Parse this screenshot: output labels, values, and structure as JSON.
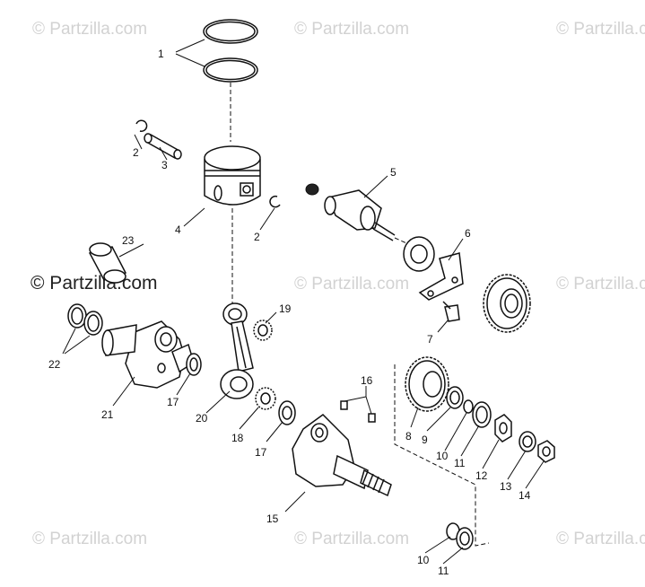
{
  "watermark": {
    "text": "© Partzilla.com"
  },
  "callouts": [
    {
      "id": "c1",
      "label": "1"
    },
    {
      "id": "c2a",
      "label": "2"
    },
    {
      "id": "c2b",
      "label": "2"
    },
    {
      "id": "c3",
      "label": "3"
    },
    {
      "id": "c4",
      "label": "4"
    },
    {
      "id": "c5",
      "label": "5"
    },
    {
      "id": "c6",
      "label": "6"
    },
    {
      "id": "c7",
      "label": "7"
    },
    {
      "id": "c8",
      "label": "8"
    },
    {
      "id": "c9",
      "label": "9"
    },
    {
      "id": "c10a",
      "label": "10"
    },
    {
      "id": "c10b",
      "label": "10"
    },
    {
      "id": "c11a",
      "label": "11"
    },
    {
      "id": "c11b",
      "label": "11"
    },
    {
      "id": "c12",
      "label": "12"
    },
    {
      "id": "c13",
      "label": "13"
    },
    {
      "id": "c14",
      "label": "14"
    },
    {
      "id": "c15",
      "label": "15"
    },
    {
      "id": "c16",
      "label": "16"
    },
    {
      "id": "c17a",
      "label": "17"
    },
    {
      "id": "c17b",
      "label": "17"
    },
    {
      "id": "c18",
      "label": "18"
    },
    {
      "id": "c19",
      "label": "19"
    },
    {
      "id": "c20",
      "label": "20"
    },
    {
      "id": "c21",
      "label": "21"
    },
    {
      "id": "c22",
      "label": "22"
    },
    {
      "id": "c23",
      "label": "23"
    }
  ]
}
